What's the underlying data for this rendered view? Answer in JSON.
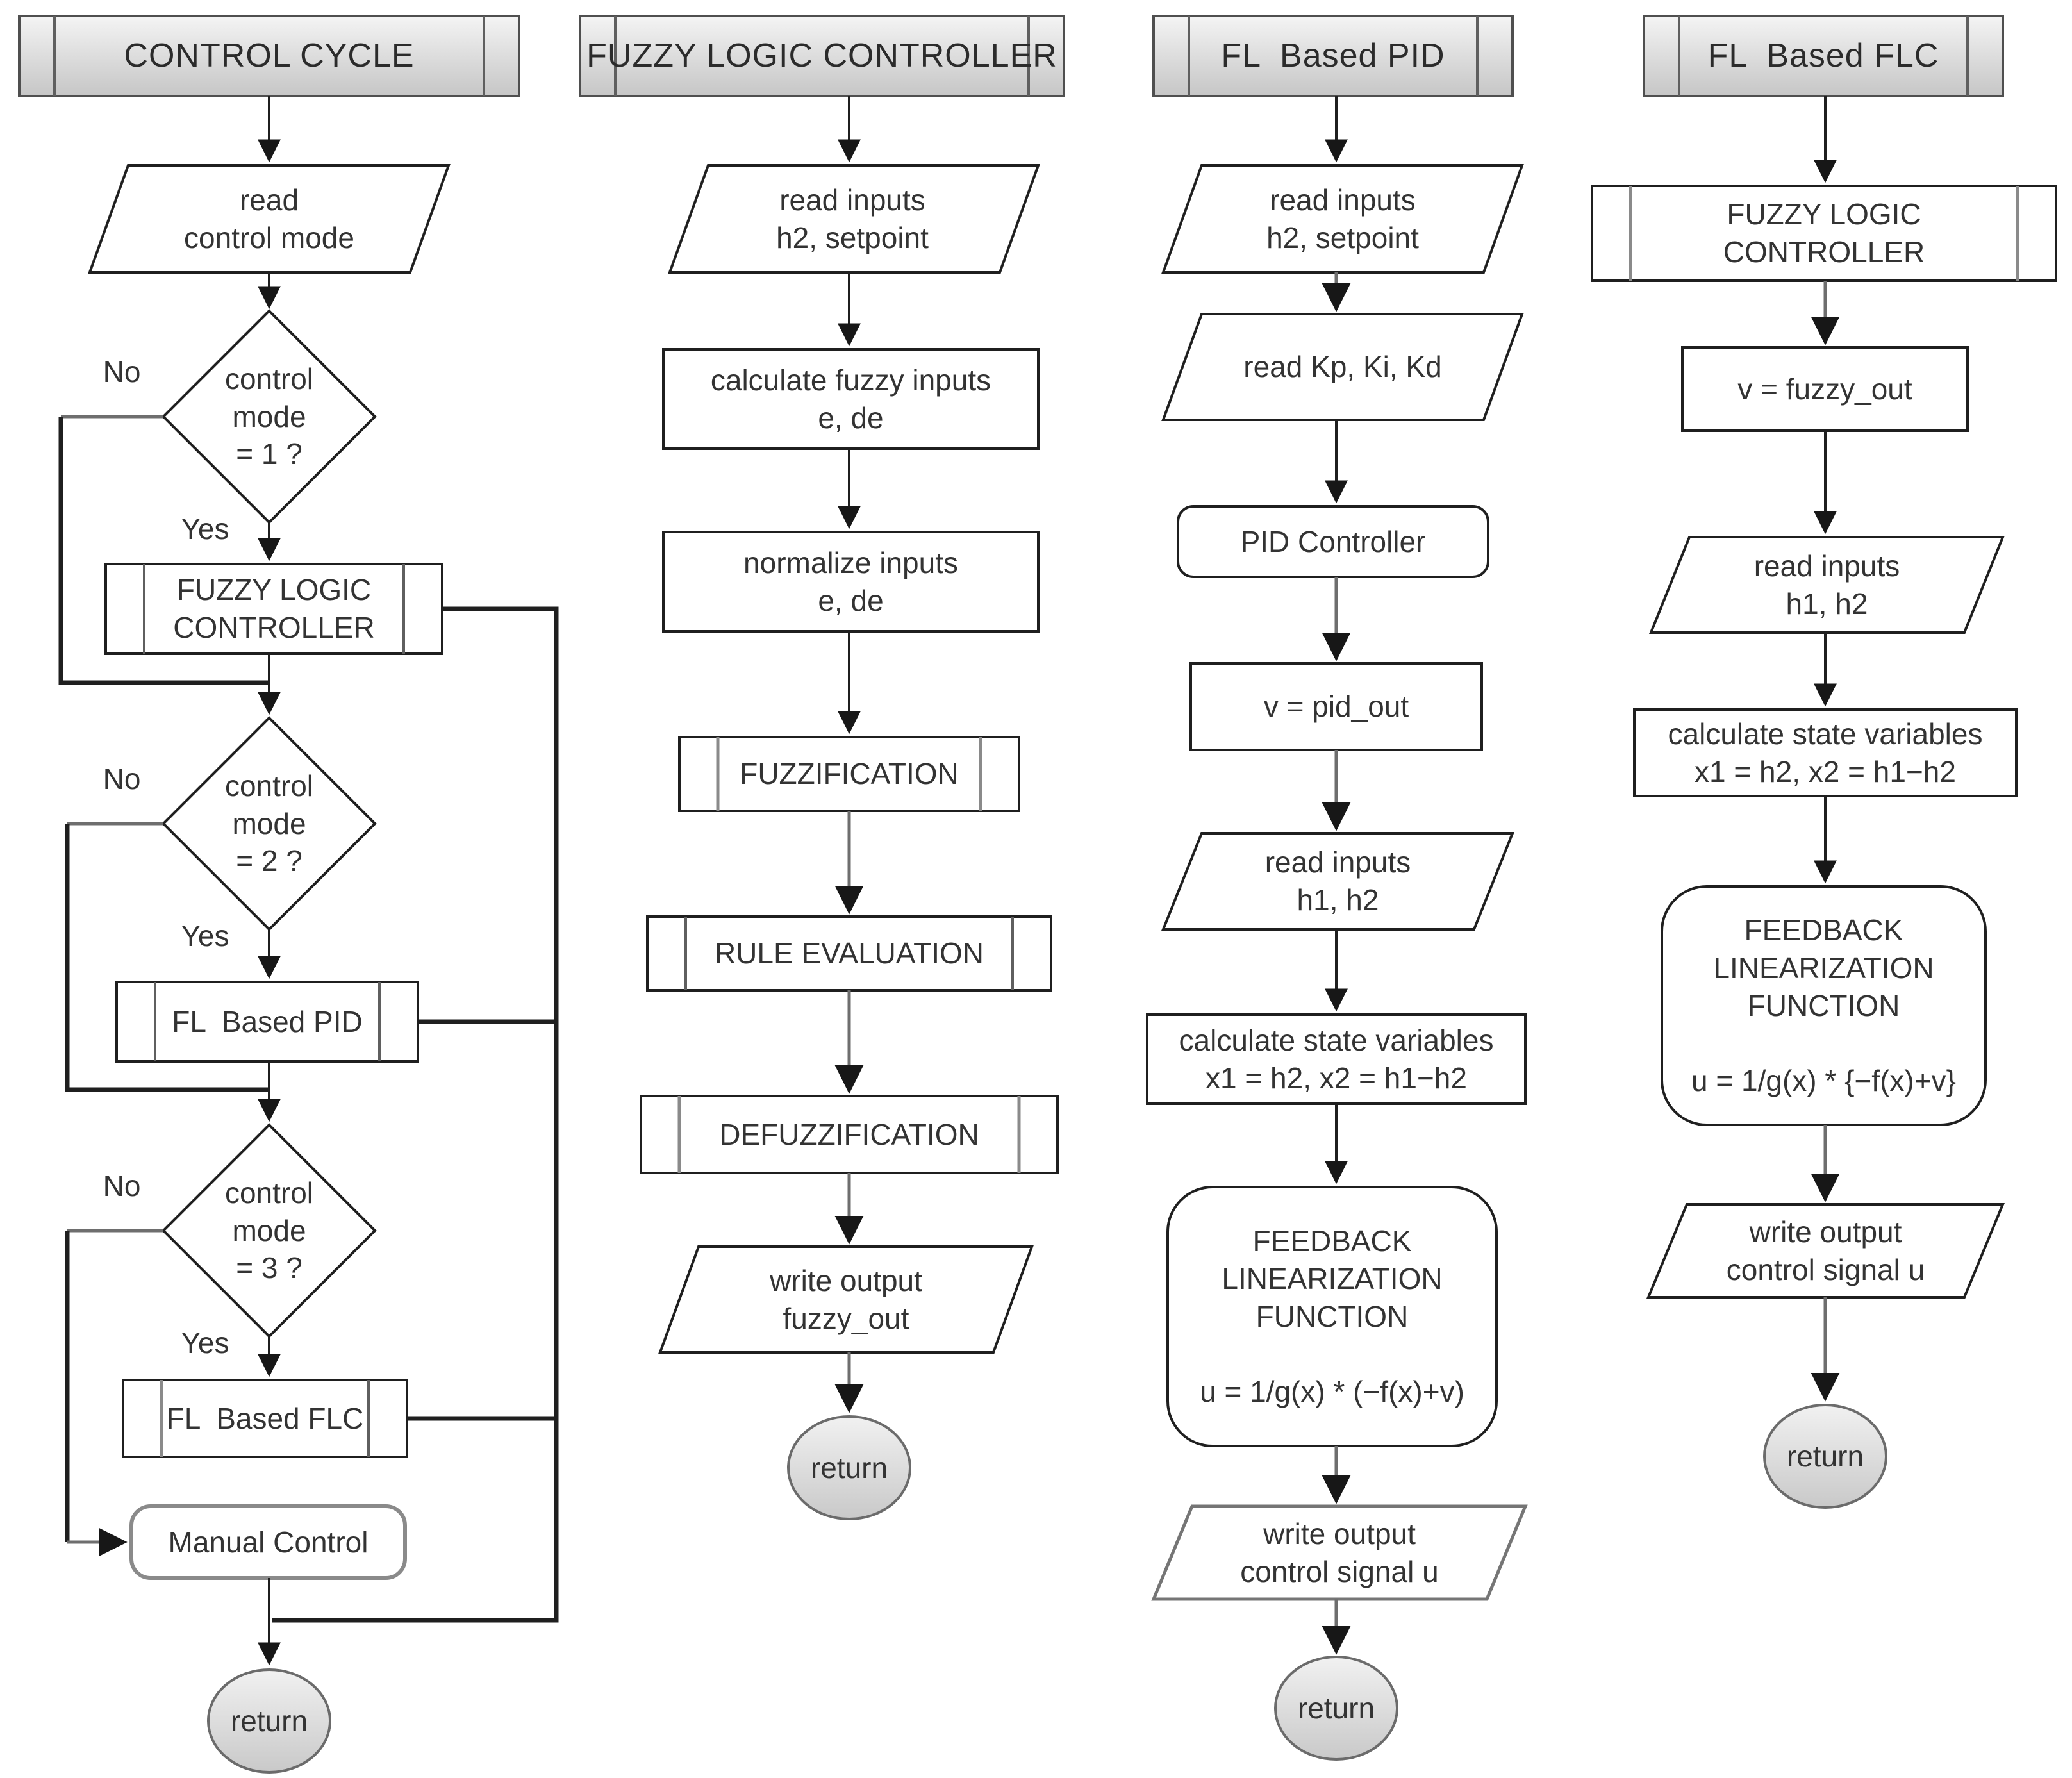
{
  "f1": {
    "title": "CONTROL CYCLE",
    "read_mode": "read\ncontrol mode",
    "d1": "control\nmode\n= 1 ?",
    "d2": "control\nmode\n= 2 ?",
    "d3": "control\nmode\n= 3 ?",
    "no": "No",
    "yes": "Yes",
    "flc": "FUZZY LOGIC\nCONTROLLER",
    "fl_pid": "FL  Based PID",
    "fl_flc": "FL  Based FLC",
    "manual": "Manual Control",
    "ret": "return"
  },
  "f2": {
    "title": "FUZZY LOGIC CONTROLLER",
    "read_inputs": "read inputs\nh2, setpoint",
    "calc_fuzzy": "calculate fuzzy inputs\ne, de",
    "normalize": "normalize inputs\ne, de",
    "fuzzification": "FUZZIFICATION",
    "rule_eval": "RULE EVALUATION",
    "defuzz": "DEFUZZIFICATION",
    "write_out": "write output\nfuzzy_out",
    "ret": "return"
  },
  "f3": {
    "title": "FL  Based PID",
    "read_inputs": "read inputs\nh2, setpoint",
    "read_gains": "read Kp, Ki, Kd",
    "pid_controller": "PID Controller",
    "v_pid": "v = pid_out",
    "read_levels": "read inputs\nh1, h2",
    "calc_state": "calculate state variables\nx1 = h2, x2 = h1−h2",
    "feedback": "FEEDBACK\nLINEARIZATION\nFUNCTION\n\nu = 1/g(x) * (−f(x)+v)",
    "write_out": "write output\ncontrol signal u",
    "ret": "return"
  },
  "f4": {
    "title": "FL  Based FLC",
    "flc_sub": "FUZZY LOGIC\nCONTROLLER",
    "v_fuzzy": "v = fuzzy_out",
    "read_levels": "read inputs\nh1, h2",
    "calc_state": "calculate state variables\nx1 = h2, x2 = h1−h2",
    "feedback": "FEEDBACK\nLINEARIZATION\nFUNCTION\n\nu = 1/g(x) * {−f(x)+v}",
    "write_out": "write output\ncontrol signal u",
    "ret": "return"
  }
}
